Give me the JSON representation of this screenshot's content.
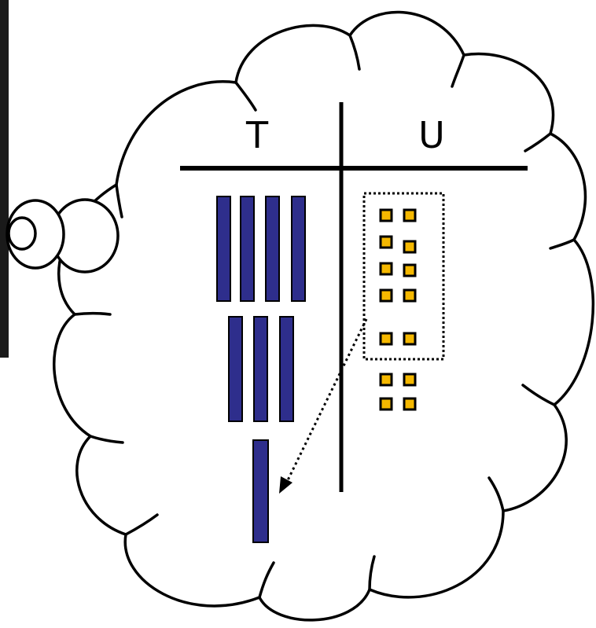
{
  "columns": {
    "tens_label": "T",
    "units_label": "U"
  },
  "blocks": {
    "tens_rods": 8,
    "unit_cubes": 14,
    "regrouped_units": 10,
    "new_ten_rods": 1
  },
  "colors": {
    "rod_fill": "#2e2e8c",
    "cube_fill": "#f5b800",
    "outline": "#000000",
    "background": "#ffffff",
    "left_edge_bar": "#1a1a1a"
  },
  "icons": {
    "thought_cloud": "cloud-icon",
    "regroup_arrow": "dotted-arrow-icon"
  }
}
